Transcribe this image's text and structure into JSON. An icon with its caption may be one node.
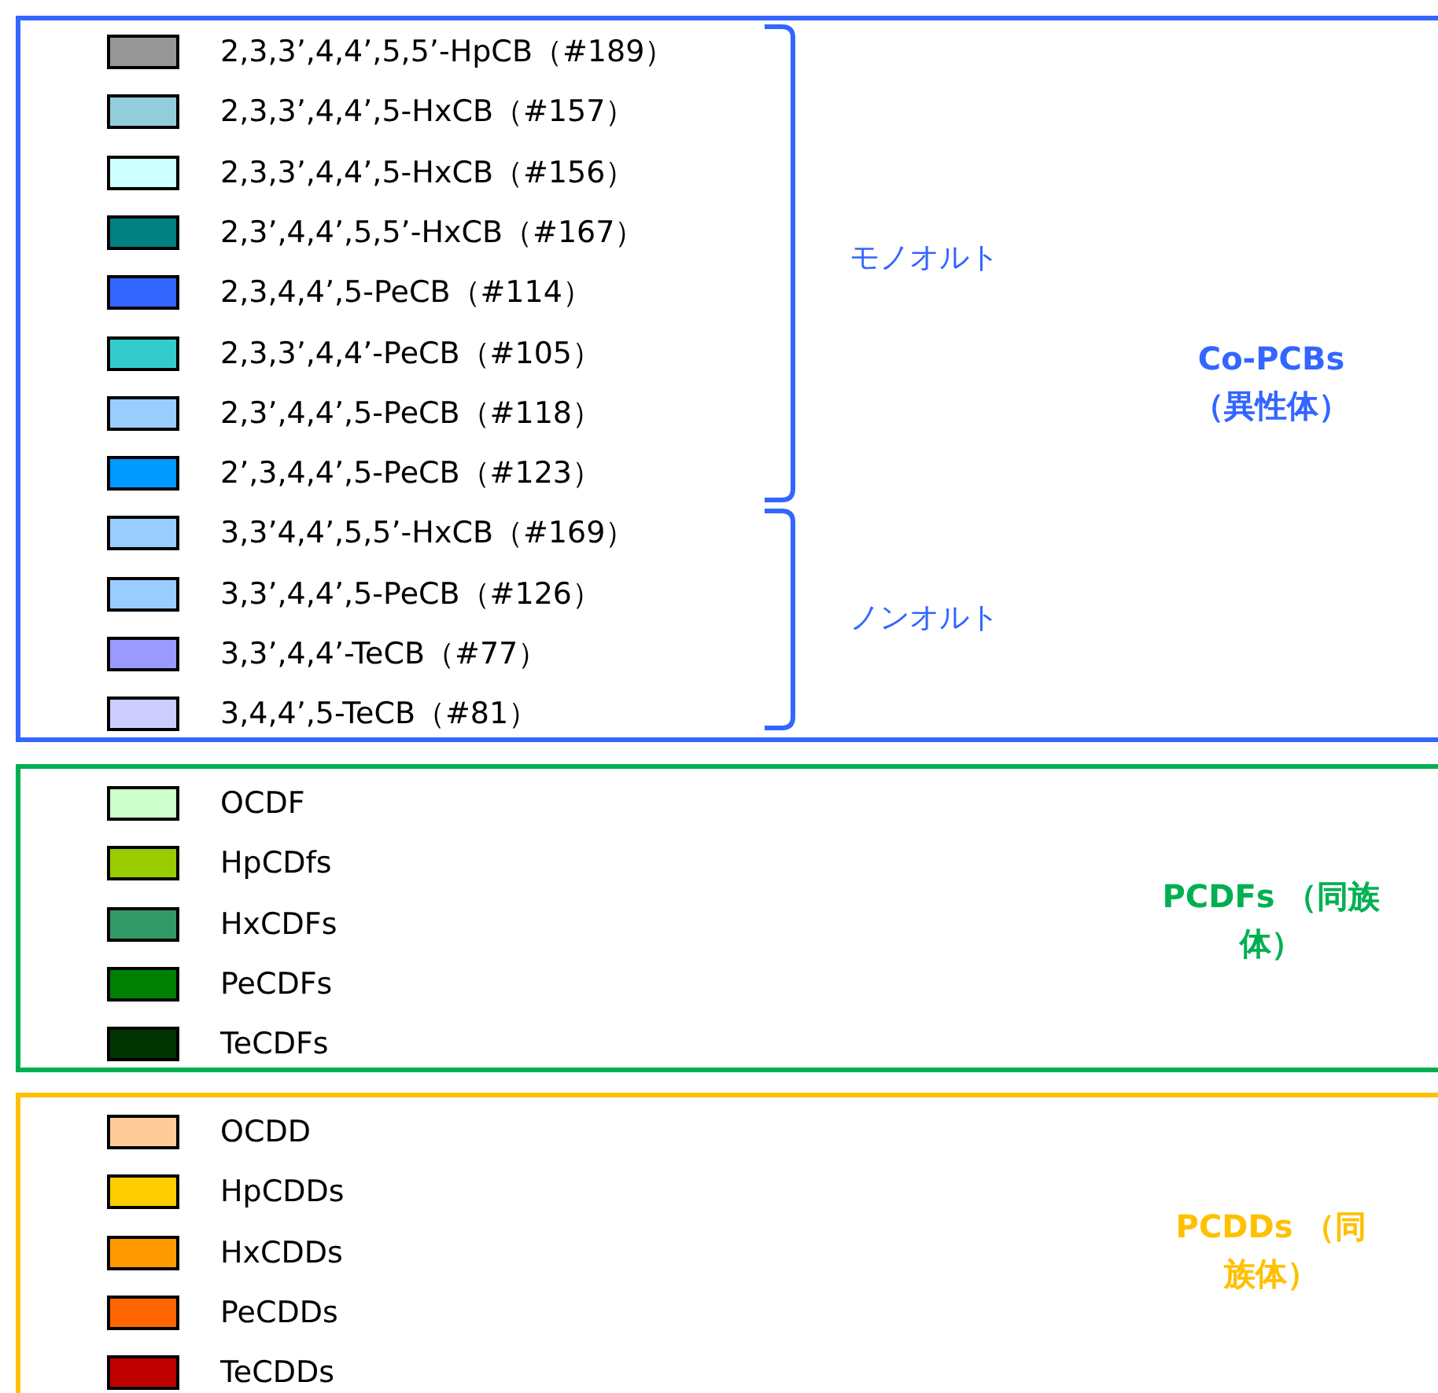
{
  "diagram": {
    "nodes": [
      {
        "text": [
          "Co-PCBs （異性体）"
        ]
      },
      {
        "text": [
          "PCDFs （同族体）"
        ]
      },
      {
        "text": [
          "PCDDs （同族体）"
        ]
      }
    ],
    "labels": [
      "モノオルト",
      "ノンオルト"
    ],
    "legend": [
      {
        "text": "2,3,3’,4,4’,5,5’-HpCB（#189）",
        "color": "#969696"
      },
      {
        "text": "2,3,3’,4,4’,5-HxCB（#157）",
        "color": "#92cddc"
      },
      {
        "text": "2,3,3’,4,4’,5-HxCB（#156）",
        "color": "#ccffff"
      },
      {
        "text": "2,3’,4,4’,5,5’-HxCB（#167）",
        "color": "#008080"
      },
      {
        "text": "2,3,4,4’,5-PeCB（#114）",
        "color": "#3366ff"
      },
      {
        "text": "2,3,3’,4,4’-PeCB（#105）",
        "color": "#33cccc"
      },
      {
        "text": "2,3’,4,4’,5-PeCB（#118）",
        "color": "#99ccff"
      },
      {
        "text": "2’,3,4,4’,5-PeCB（#123）",
        "color": "#0099ff"
      },
      {
        "text": "3,3’4,4’,5,5’-HxCB（#169）",
        "color": "#99ccff"
      },
      {
        "text": "3,3’,4,4’,5-PeCB（#126）",
        "color": "#99ccff"
      },
      {
        "text": "3,3’,4,4’-TeCB（#77）",
        "color": "#9999ff"
      },
      {
        "text": "3,4,4’,5-TeCB（#81）",
        "color": "#ccccff"
      },
      {
        "text": "OCDF",
        "color": "#ccffcc"
      },
      {
        "text": "HpCDfs",
        "color": "#99cc00"
      },
      {
        "text": "HxCDFs",
        "color": "#339966"
      },
      {
        "text": "PeCDFs",
        "color": "#008000"
      },
      {
        "text": "TeCDFs",
        "color": "#003300"
      },
      {
        "text": "OCDD",
        "color": "#ffcc99"
      },
      {
        "text": "HpCDDs",
        "color": "#ffcc00"
      },
      {
        "text": "HxCDDs",
        "color": "#ff9900"
      },
      {
        "text": "PeCDDs",
        "color": "#ff6600"
      },
      {
        "text": "TeCDDs",
        "color": "#c00000"
      }
    ]
  }
}
